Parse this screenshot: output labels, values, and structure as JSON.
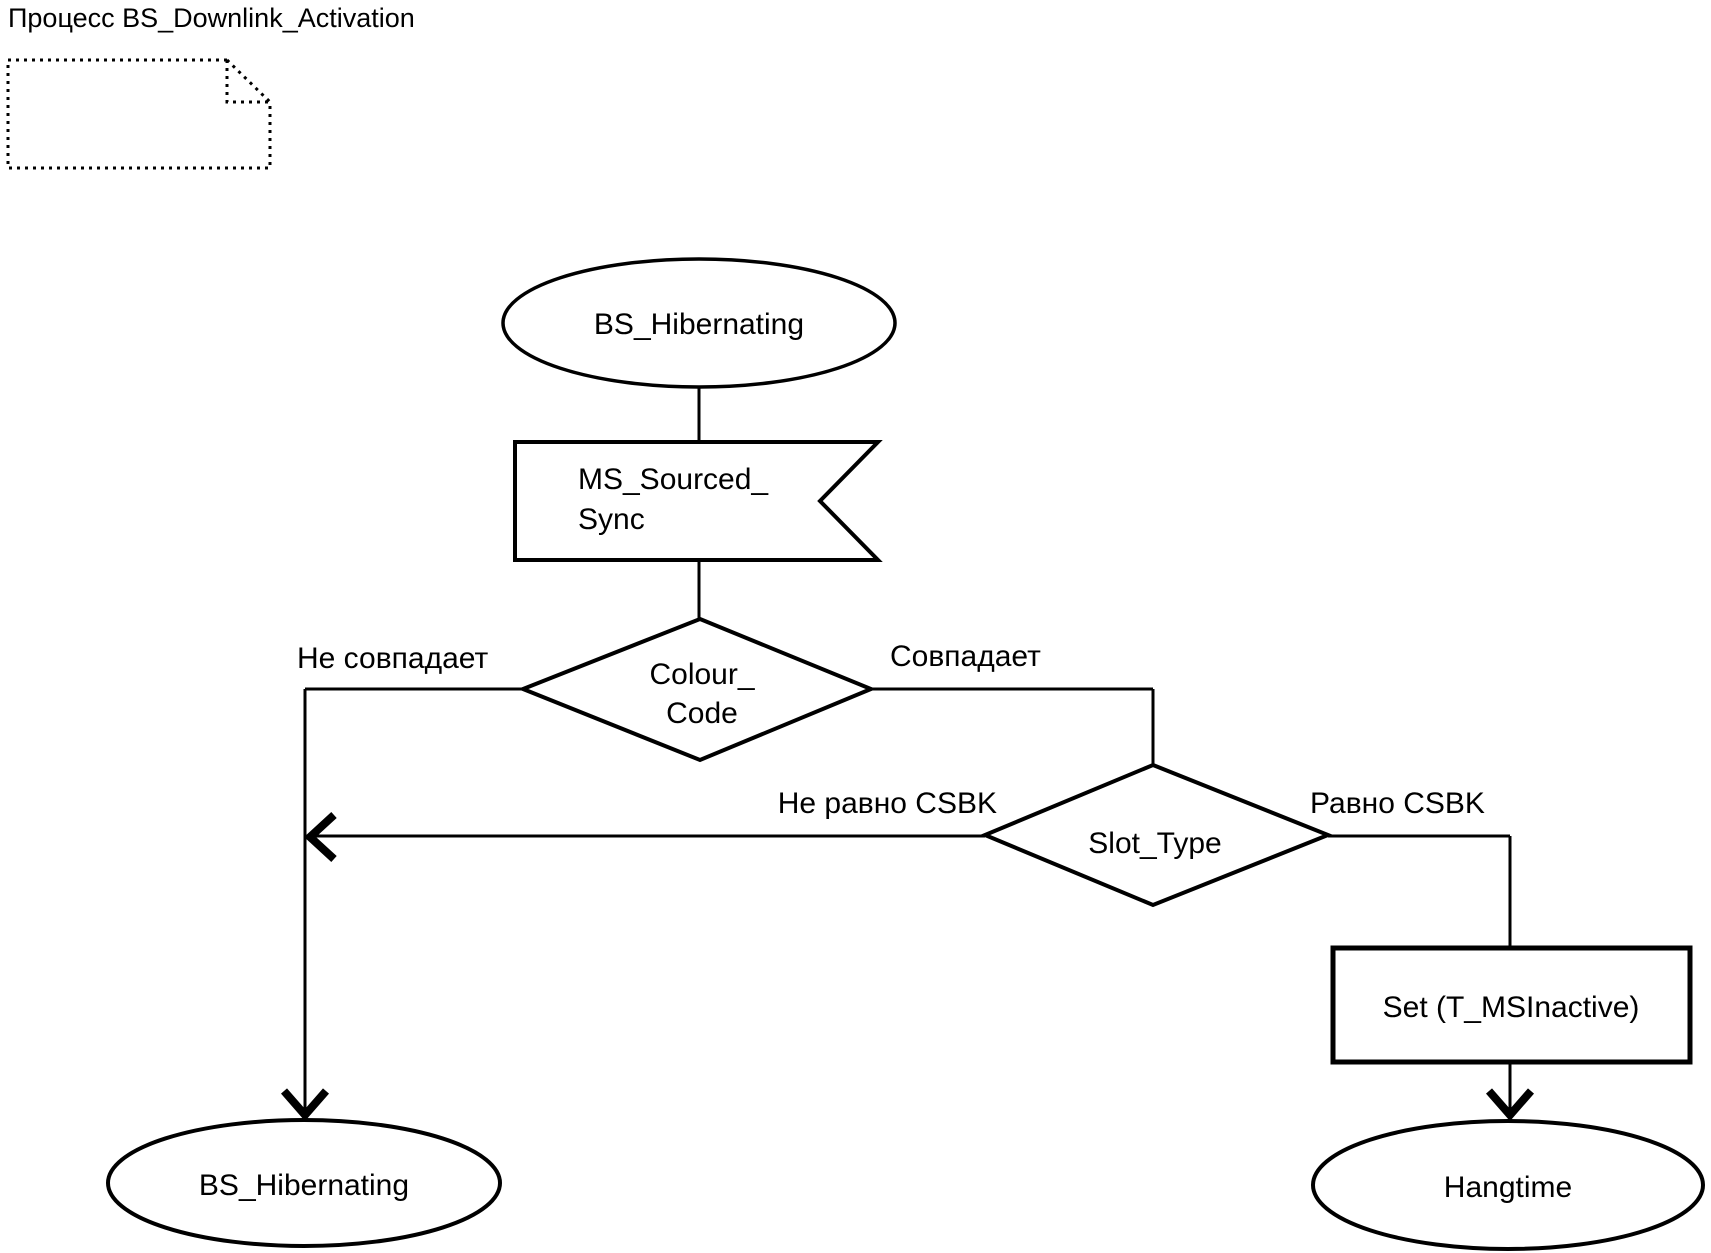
{
  "title": "Процесс BS_Downlink_Activation",
  "diagram": {
    "start_state": {
      "label": "BS_Hibernating"
    },
    "input_signal": {
      "line1": "MS_Sourced_",
      "line2": "Sync"
    },
    "decision_colour_code": {
      "line1": "Colour_",
      "line2": "Code",
      "branch_no_match": "Не совпадает",
      "branch_match": "Совпадает"
    },
    "decision_slot_type": {
      "label": "Slot_Type",
      "branch_not_equal": "Не равно CSBK",
      "branch_equal": "Равно CSBK"
    },
    "task_set_timer": {
      "label": "Set (T_MSInactive)"
    },
    "end_state_left": {
      "label": "BS_Hibernating"
    },
    "end_state_right": {
      "label": "Hangtime"
    }
  },
  "colors": {
    "stroke": "#000000",
    "text": "#000000",
    "background": "#ffffff",
    "shape_fill": "#ffffff"
  }
}
